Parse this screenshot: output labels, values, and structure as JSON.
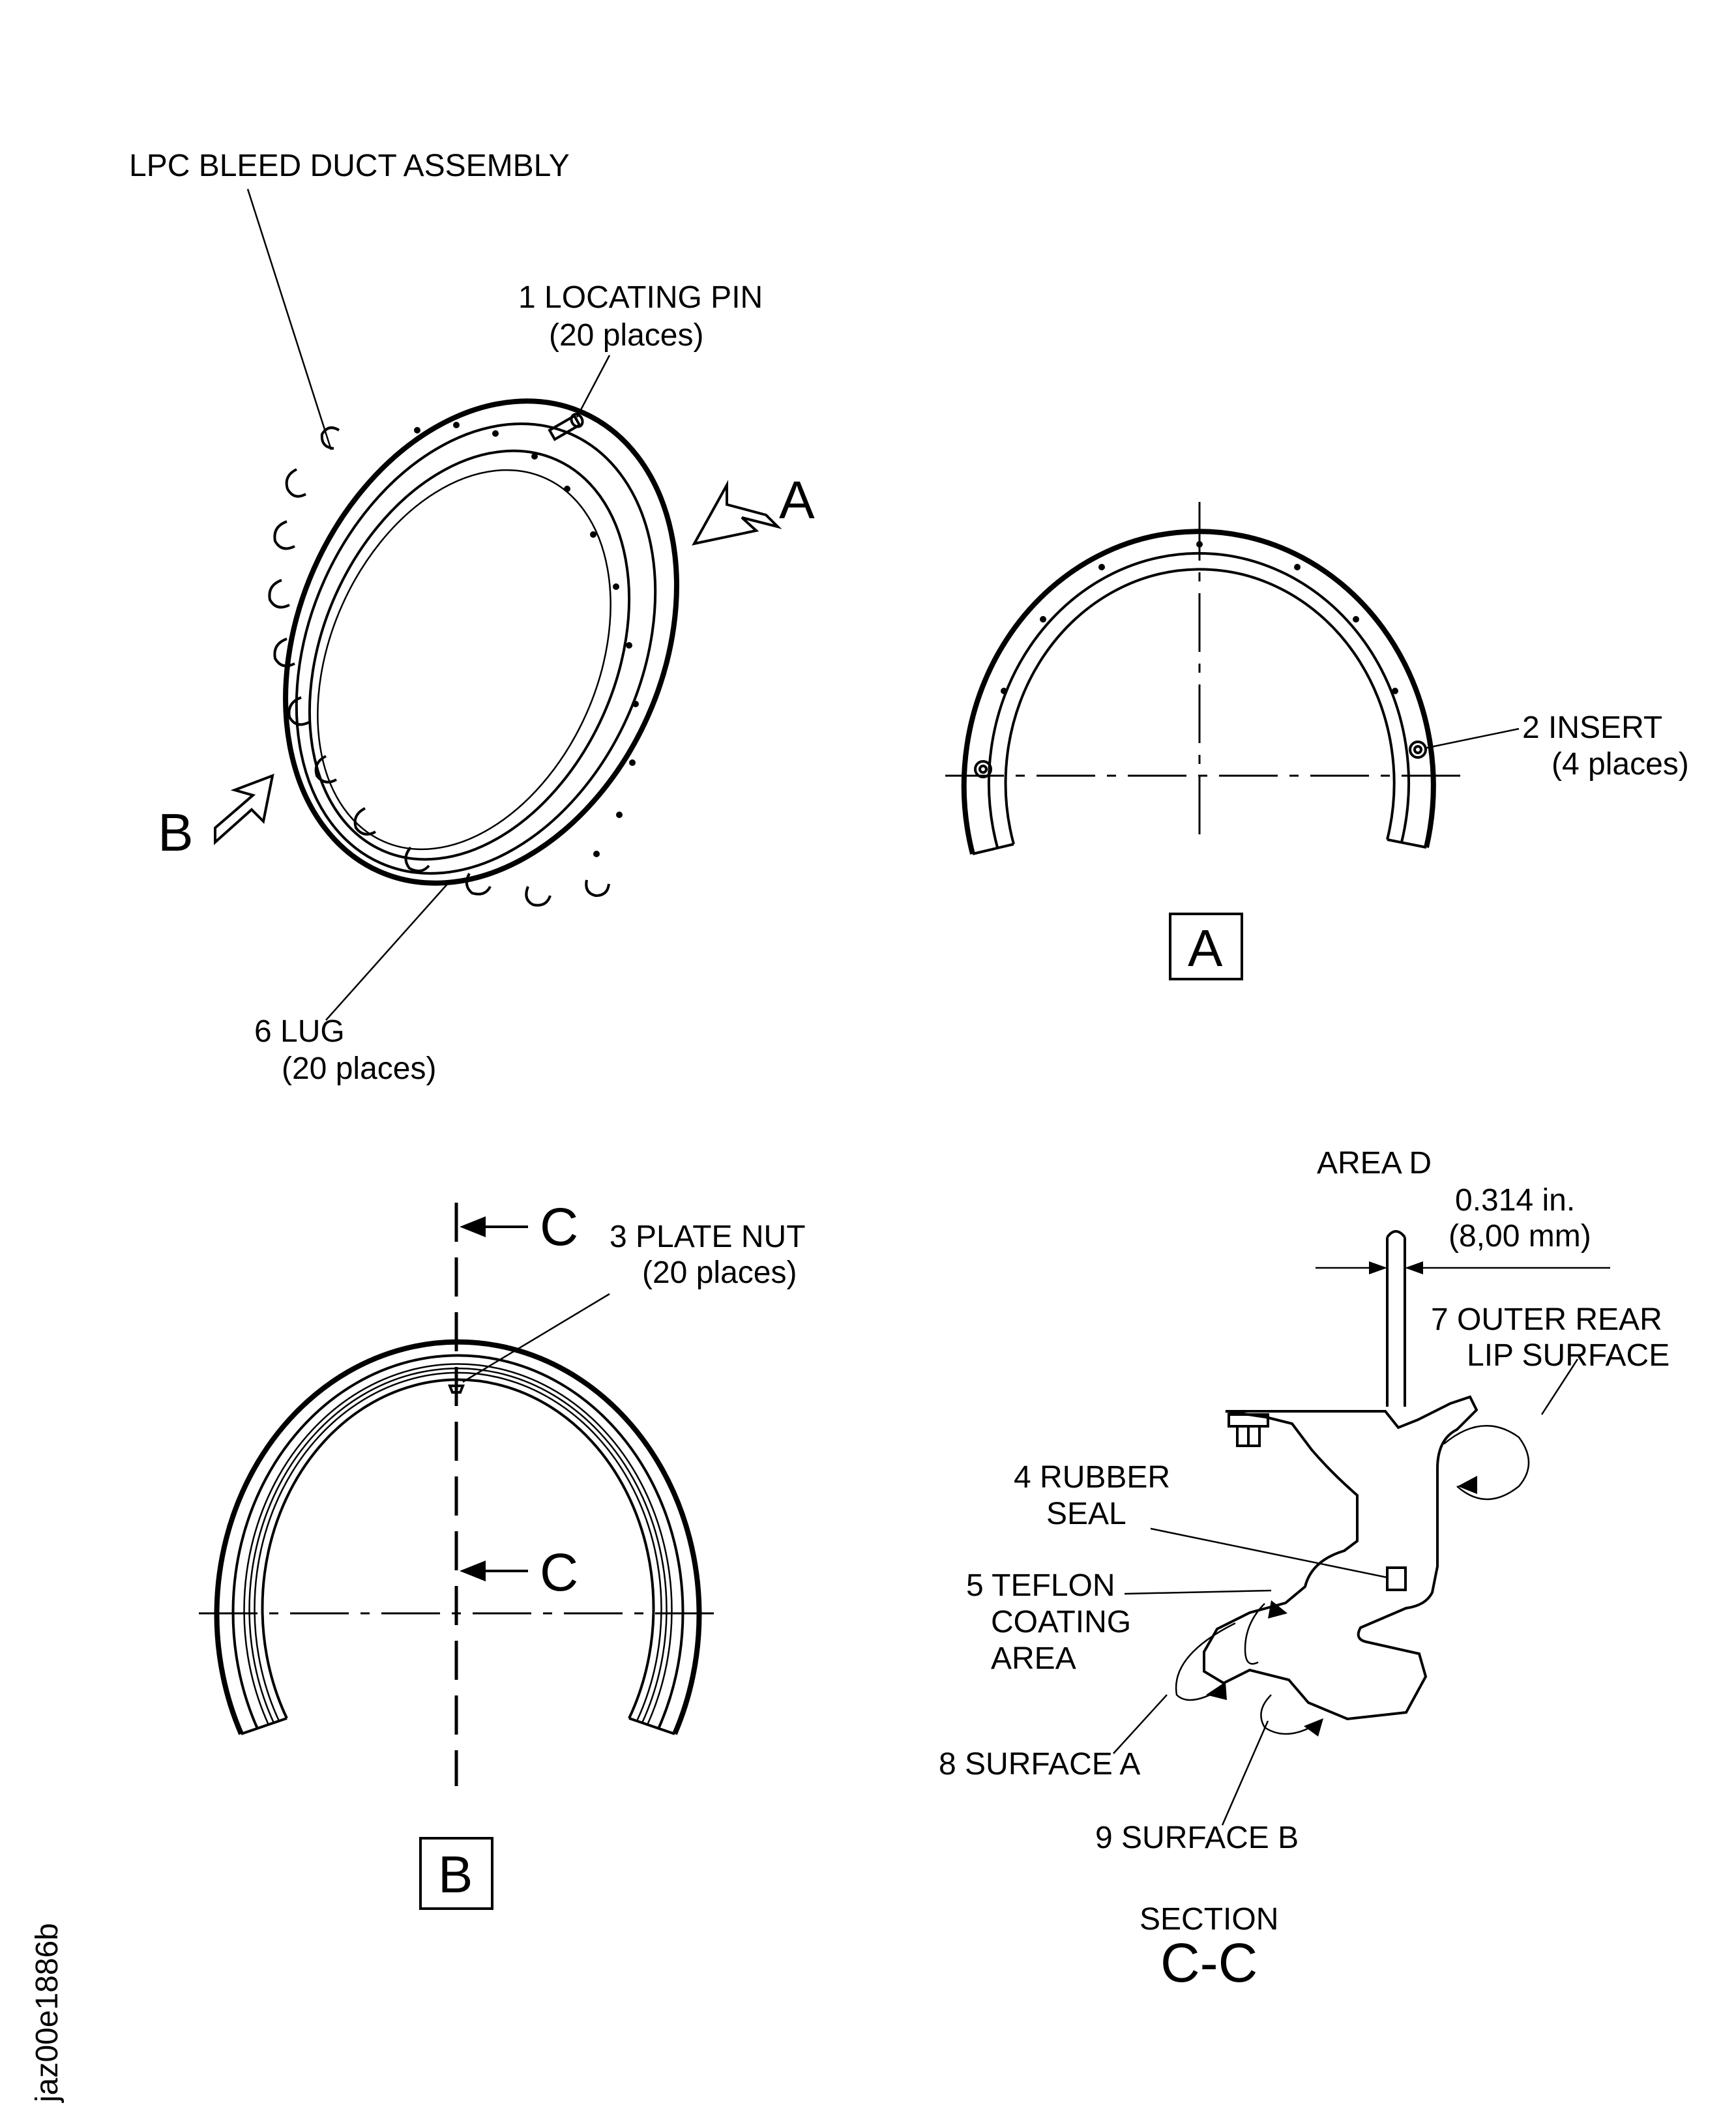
{
  "labels": {
    "assembly": "LPC BLEED DUCT ASSEMBLY",
    "item1_name": "1 LOCATING PIN",
    "item1_qty": "(20 places)",
    "item2_name": "2 INSERT",
    "item2_qty": "(4 places)",
    "item3_name": "3 PLATE NUT",
    "item3_qty": "(20 places)",
    "item4_line1": "4 RUBBER",
    "item4_line2": "SEAL",
    "item5_line1": "5 TEFLON",
    "item5_line2": "COATING",
    "item5_line3": "AREA",
    "item6_name": "6 LUG",
    "item6_qty": "(20 places)",
    "item7_line1": "7 OUTER REAR",
    "item7_line2": "LIP SURFACE",
    "item8": "8 SURFACE A",
    "item9": "9 SURFACE B",
    "area_d": "AREA D",
    "dim_in": "0.314 in.",
    "dim_mm": "(8,00 mm)"
  },
  "views": {
    "arrow_a": "A",
    "arrow_b": "B",
    "box_a": "A",
    "box_b": "B",
    "section_letter_top": "C",
    "section_letter_mid": "C",
    "section_title": "SECTION",
    "section_id": "C-C"
  },
  "figure_id": "jaz00e1886b"
}
